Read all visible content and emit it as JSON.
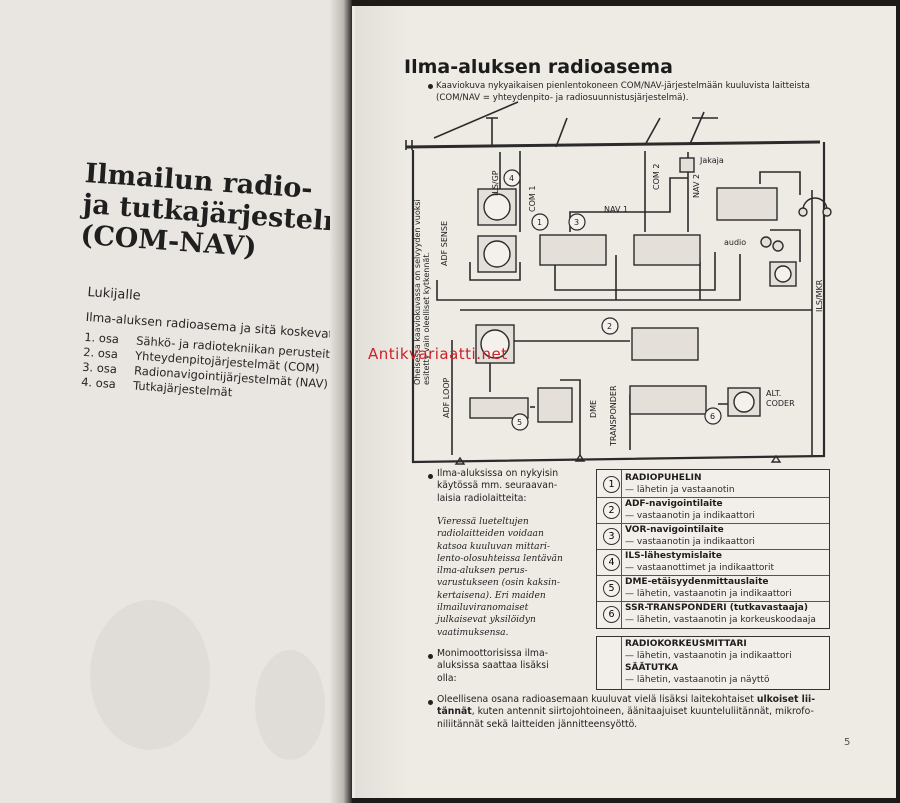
{
  "left_page": {
    "title_lines": [
      "Ilmailun radio-",
      "ja tutkajärjestelmät",
      "(COM-NAV)"
    ],
    "reader_heading": "Lukijalle",
    "intro": "Ilma-aluksen radioasema ja sitä koskevat määräykset",
    "toc": [
      {
        "num": "1. osa",
        "text": "Sähkö- ja radiotekniikan perusteita"
      },
      {
        "num": "2. osa",
        "text": "Yhteydenpitojärjestelmät (COM)"
      },
      {
        "num": "3. osa",
        "text": "Radionavigointijärjestelmät (NAV)"
      },
      {
        "num": "4. osa",
        "text": "Tutkajärjestelmät"
      }
    ]
  },
  "watermark": "Antikvariaatti.net",
  "right_page": {
    "title": "Ilma-aluksen radioasema",
    "caption_lines": [
      "Kaaviokuva nykyaikaisen pienlentokoneen COM/NAV-järjestelmään kuuluvista laitteista",
      "(COM/NAV = yhteydenpito- ja radiosuunnistusjärjestelmä)."
    ],
    "vertical_note_lines": [
      "Oheisessa kaaviokuvassa on selvyyden vuoksi",
      "esitetty vain oleelliset kytkennät."
    ],
    "diagram_labels": {
      "ils_gp": "ILS/GP",
      "com1": "COM 1",
      "com2": "COM 2",
      "nav1": "NAV 1",
      "nav2": "NAV 2",
      "jakaja": "Jakaja",
      "audio": "audio",
      "adf_sense": "ADF SENSE",
      "adf_loop": "ADF LOOP",
      "ils_mkr": "ILS/MKR",
      "dme": "DME",
      "transponder": "TRANSPONDER",
      "alt": "ALT.",
      "coder": "CODER",
      "markers": [
        "1",
        "2",
        "3",
        "4",
        "5",
        "6"
      ]
    },
    "bullet1_lines": [
      "Ilma-aluksissa on nykyisin",
      "käytössä mm. seuraavan-",
      "laisia radiolaitteita:"
    ],
    "italic_lines": [
      "Vieressä lueteltujen",
      "radiolaitteiden voidaan",
      "katsoa kuuluvan mittari-",
      "lento-olosuhteissa lentävän",
      "ilma-aluksen perus-",
      "varustukseen (osin kaksin-",
      "kertaisena). Eri maiden",
      "ilmailuviranomaiset",
      "julkaisevat yksilöidyn",
      "vaatimuksensa."
    ],
    "bullet2_lines": [
      "Monimoottorisissa ilma-",
      "aluksissa saattaa lisäksi",
      "olla:"
    ],
    "equipment": [
      {
        "num": "1",
        "name": "RADIOPUHELIN",
        "desc": "— lähetin ja vastaanotin"
      },
      {
        "num": "2",
        "name": "ADF-navigointilaite",
        "desc": "— vastaanotin ja indikaattori"
      },
      {
        "num": "3",
        "name": "VOR-navigointilaite",
        "desc": "— vastaanotin ja indikaattori"
      },
      {
        "num": "4",
        "name": "ILS-lähestymislaite",
        "desc": "— vastaanottimet ja indikaattorit"
      },
      {
        "num": "5",
        "name": "DME-etäisyydenmittauslaite",
        "desc": "— lähetin, vastaanotin ja indikaattori"
      },
      {
        "num": "6",
        "name": "SSR-TRANSPONDERI (tutkavastaaja)",
        "desc": "— lähetin, vastaanotin ja korkeuskoodaaja"
      }
    ],
    "extra_equipment": [
      {
        "name": "RADIOKORKEUSMITTARI",
        "desc": "— lähetin, vastaanotin ja indikaattori"
      },
      {
        "name": "SÄÄTUTKA",
        "desc": "— lähetin, vastaanotin ja näyttö"
      }
    ],
    "bullet3_parts": {
      "pre": "Oleellisena osana radioasemaan kuuluvat vielä lisäksi laitekohtaiset ",
      "bold": "ulkoiset lii-",
      "bold2": "tännät",
      "post1": ", kuten antennit siirtojohtoineen, äänitaajuiset kuuntelulii­tännät, mikrofo-",
      "post2": "niliitännät sekä laitteiden jännitteensyöttö."
    },
    "page_number": "5"
  }
}
